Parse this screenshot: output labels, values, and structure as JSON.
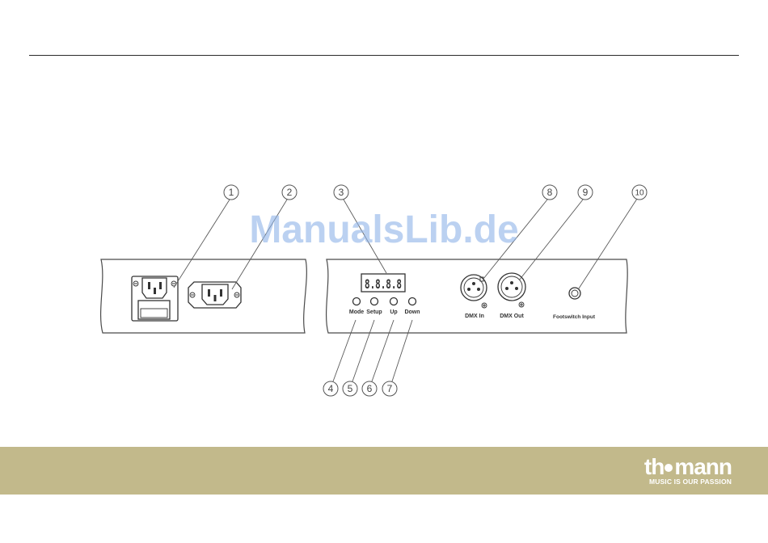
{
  "watermark": "ManualsLib.de",
  "callouts": [
    "1",
    "2",
    "3",
    "4",
    "5",
    "6",
    "7",
    "8",
    "9",
    "10"
  ],
  "display": {
    "readout": "8.8.8.8"
  },
  "controls": {
    "buttons": [
      "Mode",
      "Setup",
      "Up",
      "Down"
    ]
  },
  "connectors": {
    "dmx_in": "DMX In",
    "dmx_out": "DMX Out",
    "footswitch": "Footswitch Input"
  },
  "footer": {
    "logo_left": "th",
    "logo_right": "mann",
    "tagline": "MUSIC IS OUR PASSION",
    "band_color": "#c2b98b",
    "text_color": "#ffffff"
  }
}
